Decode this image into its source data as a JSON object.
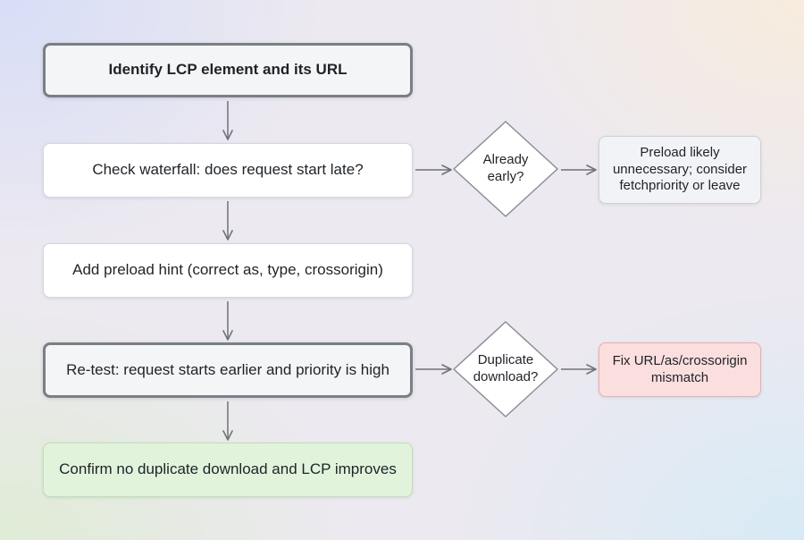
{
  "flowchart": {
    "steps": [
      {
        "id": "identify",
        "label": "Identify LCP element and its URL"
      },
      {
        "id": "check",
        "label": "Check waterfall: does request start late?"
      },
      {
        "id": "add",
        "label": "Add preload hint (correct as, type, crossorigin)"
      },
      {
        "id": "retest",
        "label": "Re-test: request starts earlier and priority is high"
      },
      {
        "id": "confirm",
        "label": "Confirm no duplicate download and LCP improves"
      }
    ],
    "decisions": [
      {
        "id": "already",
        "label": "Already early?"
      },
      {
        "id": "duplicate",
        "label": "Duplicate download?"
      }
    ],
    "outcomes": [
      {
        "id": "unnecessary",
        "label": "Preload likely unnecessary; consider fetchpriority or leave"
      },
      {
        "id": "fix",
        "label": "Fix URL/as/crossorigin mismatch"
      }
    ]
  },
  "colors": {
    "edge": "#6f7378",
    "emphasis_border": "#7a7f86",
    "success_fill": "#e2f3dc",
    "error_fill": "#fbdede",
    "note_fill": "#f2f3f6"
  }
}
